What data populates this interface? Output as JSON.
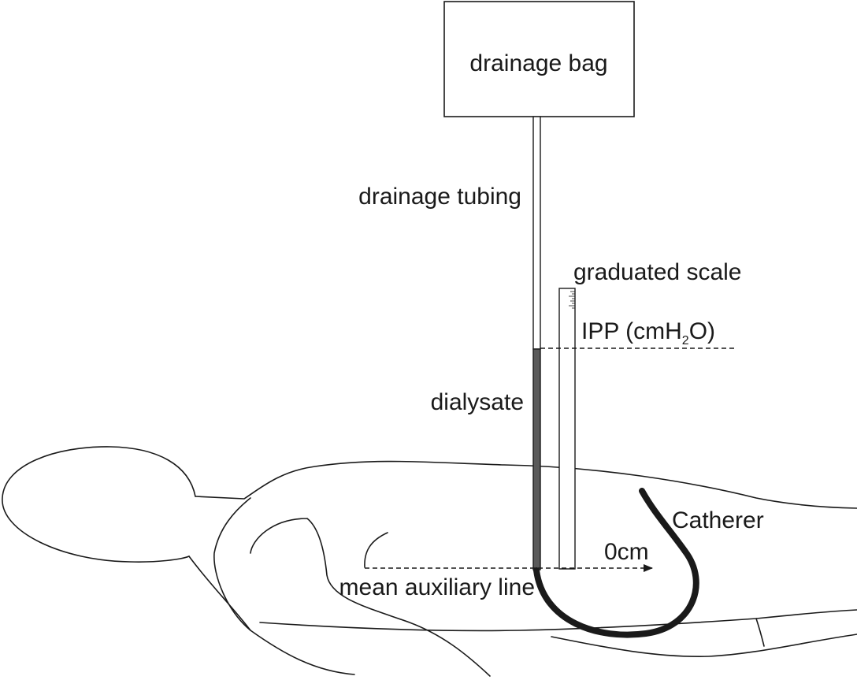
{
  "labels": {
    "drainage_bag": "drainage bag",
    "drainage_tubing": "drainage tubing",
    "graduated_scale": "graduated scale",
    "ipp_prefix": "IPP (cmH",
    "ipp_subscript": "2",
    "ipp_suffix": "O)",
    "dialysate": "dialysate",
    "catheter": "Catherer",
    "zero_mark": "0cm",
    "mean_auxiliary_line": "mean auxiliary line"
  },
  "colors": {
    "line": "#1a1a1a",
    "dialysate_fill": "#5a5a5a",
    "catheter": "#1a1a1a",
    "background": "#ffffff"
  }
}
